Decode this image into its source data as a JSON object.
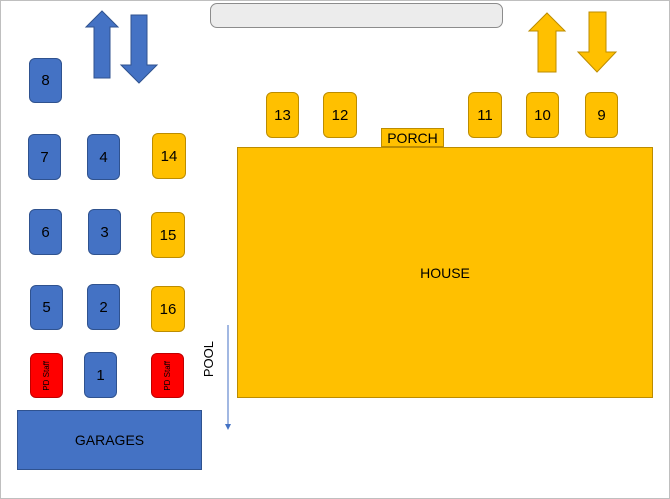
{
  "labels": {
    "garages": "GARAGES",
    "house": "HOUSE",
    "porch": "PORCH",
    "pool": "POOL",
    "staff": "PD Staff"
  },
  "spots": {
    "s1": "1",
    "s2": "2",
    "s3": "3",
    "s4": "4",
    "s5": "5",
    "s6": "6",
    "s7": "7",
    "s8": "8",
    "s9": "9",
    "s10": "10",
    "s11": "11",
    "s12": "12",
    "s13": "13",
    "s14": "14",
    "s15": "15",
    "s16": "16"
  },
  "colors": {
    "blue": "#4472c4",
    "gold": "#ffc000",
    "red": "#ff0000"
  }
}
